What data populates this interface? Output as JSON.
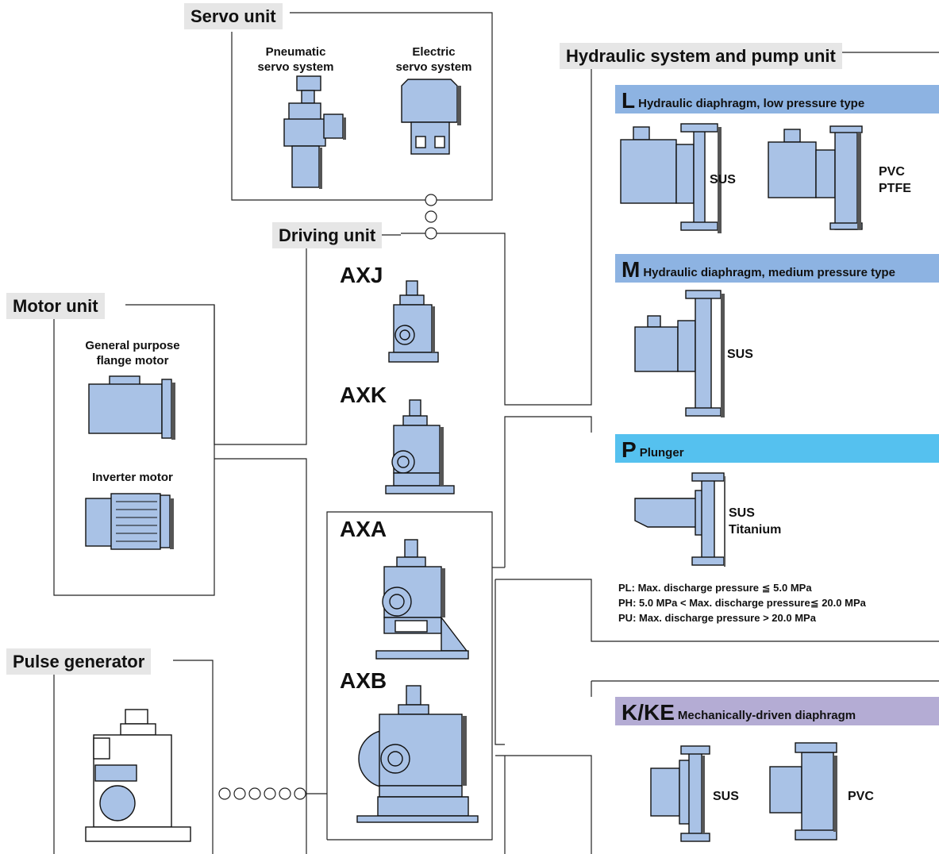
{
  "servo_unit": {
    "title": "Servo unit",
    "pneumatic": "Pneumatic\nservo system",
    "electric": "Electric\nservo system"
  },
  "driving_unit": {
    "title": "Driving unit",
    "models": [
      "AXJ",
      "AXK",
      "AXA",
      "AXB"
    ]
  },
  "motor_unit": {
    "title": "Motor unit",
    "general": "General purpose\nflange motor",
    "inverter": "Inverter motor"
  },
  "pulse_generator": {
    "title": "Pulse generator"
  },
  "hydraulic": {
    "title": "Hydraulic system and pump unit",
    "types": [
      {
        "code": "L",
        "desc": "Hydraulic diaphragm, low pressure type",
        "color": "#8db3e2",
        "materials": [
          "SUS",
          "PVC\nPTFE"
        ]
      },
      {
        "code": "M",
        "desc": "Hydraulic diaphragm, medium pressure type",
        "color": "#8db3e2",
        "materials": [
          "SUS"
        ]
      },
      {
        "code": "P",
        "desc": "Plunger",
        "color": "#55c1ef",
        "materials": [
          "SUS\nTitanium"
        ]
      },
      {
        "code": "K/KE",
        "desc": "Mechanically-driven diaphragm",
        "color": "#b4acd4",
        "materials": [
          "SUS",
          "PVC"
        ]
      }
    ],
    "plunger_notes": [
      {
        "key": "PL",
        "text": ": Max. discharge pressure ≦ 5.0 MPa"
      },
      {
        "key": "PH",
        "text": ": 5.0 MPa < Max. discharge pressure≦  20.0 MPa"
      },
      {
        "key": "PU",
        "text": ": Max. discharge pressure > 20.0 MPa"
      }
    ]
  },
  "colors": {
    "machine_fill": "#a9c2e6",
    "machine_stroke": "#111111",
    "shadow": "#555555",
    "label_bg": "#e6e6e6"
  }
}
